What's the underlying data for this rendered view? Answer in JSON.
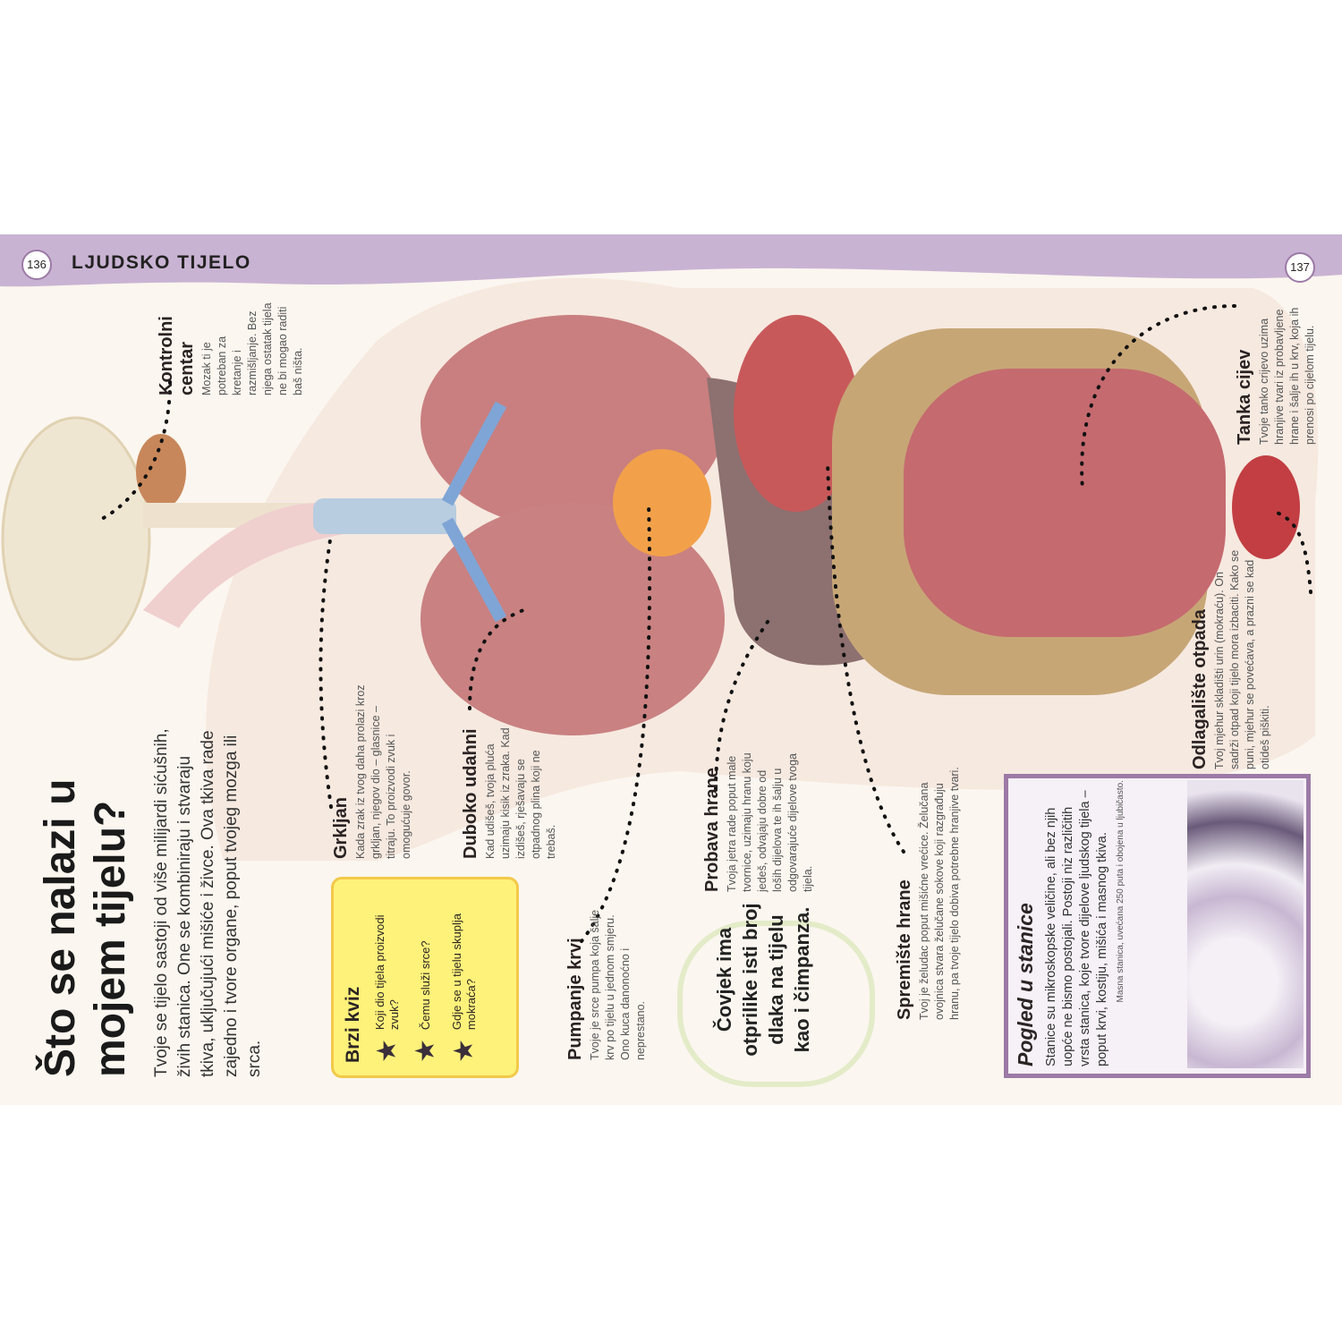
{
  "header": {
    "page_left": "136",
    "section_title": "LJUDSKO TIJELO",
    "page_right": "137",
    "band_color": "#c9b3d3"
  },
  "main": {
    "title": "Što se nalazi u mojem tijelu?",
    "intro": "Tvoje se tijelo sastoji od više milijardi sićušnih, živih stanica. One se kombiniraju i stvaraju tkiva, uključujući mišiće i živce. Ova tkiva rade zajedno i tvore organe, poput tvojeg mozga ili srca."
  },
  "quiz": {
    "title": "Brzi kviz",
    "questions": [
      "Koji dio tijela proizvodi zvuk?",
      "Čemu služi srce?",
      "Gdje se u tijelu skuplja mokraća?"
    ]
  },
  "captions": {
    "brain": {
      "title": "Kontrolni centar",
      "text": "Mozak ti je potreban za kretanje i razmišljanje. Bez njega ostatak tijela ne bi mogao raditi baš ništa."
    },
    "larynx": {
      "title": "Grkljan",
      "text": "Kada zrak iz tvog daha prolazi kroz grkljan, njegov dio – glasnice – titraju. To proizvodi zvuk i omogućuje govor."
    },
    "lungs": {
      "title": "Duboko udahni",
      "text": "Kad udišeš, tvoja pluća uzimaju kisik iz zraka. Kad izdišeš, rješavaju se otpadnog plina koji ne trebaš."
    },
    "heart": {
      "title": "Pumpanje krvi",
      "text": "Tvoje je srce pumpa koja šalje krv po tijelu u jednom smjeru. Ono kuca danonoćno i neprestano."
    },
    "liver": {
      "title": "Probava hrane",
      "text": "Tvoja jetra rade poput male tvornice, uzimaju hranu koju jedeš, odvajaju dobre od loših dijelova te ih šalju u odgovarajuće dijelove tvoga tijela."
    },
    "stomach": {
      "title": "Spremište hrane",
      "text": "Tvoj je želudac poput mišićne vrećice. Želučana ovojnica stvara želučane sokove koji razgrađuju hranu, pa tvoje tijelo dobiva potrebne hranjive tvari."
    },
    "bladder": {
      "title": "Odlagalište otpada",
      "text": "Tvoj mjehur skladišti urin (mokraću). On sadrži otpad koji tijelo mora izbaciti. Kako se puni, mjehur se povećava, a prazni se kad otideš piškiti."
    },
    "intestine": {
      "title": "Tanka cijev",
      "text": "Tvoje tanko crijevo uzima hranjive tvari iz probavljene hrane i šalje ih u krv, koja ih prenosi po cijelom tijelu."
    }
  },
  "fact": "Čovjek ima otprilike isti broj dlaka na tijelu kao i čimpanza.",
  "cells": {
    "title": "Pogled u stanice",
    "text": "Stanice su mikroskopske veličine, ali bez njih uopće ne bismo postojali. Postoji niz različitih vrsta stanica, koje tvore dijelove ljudskog tijela – poput krvi, kostiju, mišića i masnog tkiva.",
    "photo_caption": "Masna stanica, uvećana 250 puta i obojena u ljubičasto."
  }
}
